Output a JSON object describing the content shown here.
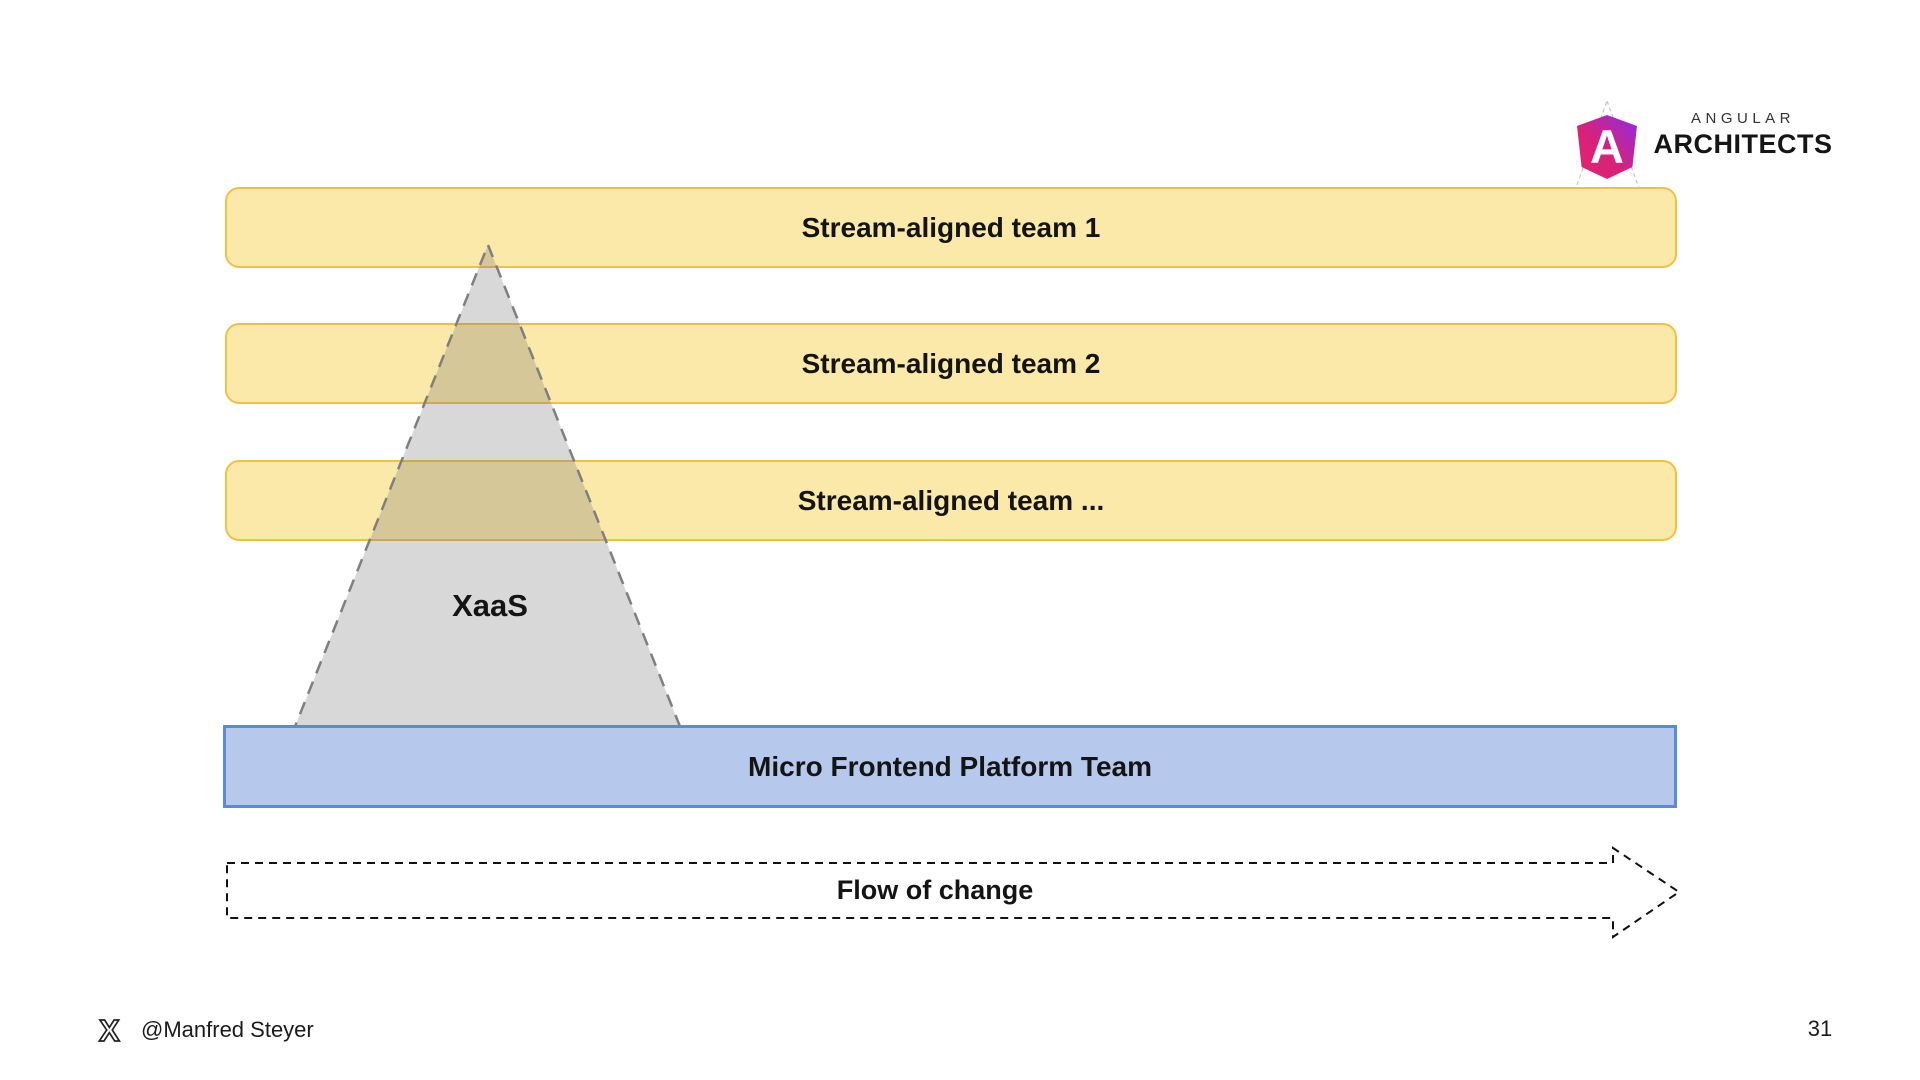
{
  "logo": {
    "top_text": "ANGULAR",
    "bottom_text": "ARCHITECTS",
    "letter": "A",
    "gradient_from": "#E7236E",
    "gradient_to": "#8E2DE2"
  },
  "diagram": {
    "stream_teams": [
      {
        "label": "Stream-aligned team 1"
      },
      {
        "label": "Stream-aligned team 2"
      },
      {
        "label": "Stream-aligned team ..."
      }
    ],
    "xaas": {
      "label": "XaaS"
    },
    "platform_team": {
      "label": "Micro Frontend Platform Team"
    },
    "flow_arrow": {
      "label": "Flow of change"
    },
    "colors": {
      "team_fill": "#FBE9A9",
      "team_border": "#EFC143",
      "platform_fill": "#B6C9EC",
      "platform_border": "#5E8AD4",
      "triangle_fill": "rgba(100,100,100,0.25)",
      "triangle_stroke": "#7F7F7F",
      "arrow_stroke": "#111111"
    }
  },
  "footer": {
    "attribution": "@Manfred Steyer",
    "page_number": "31"
  }
}
